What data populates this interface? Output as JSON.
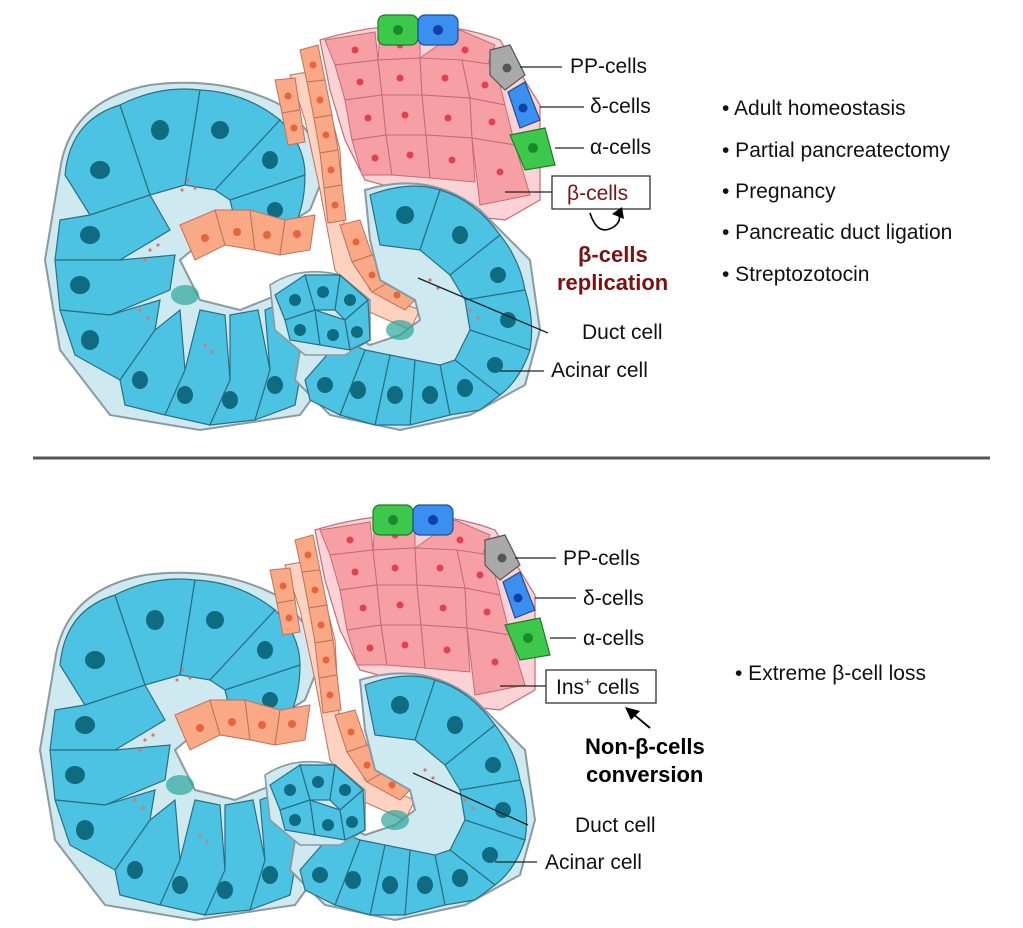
{
  "top_panel": {
    "labels": {
      "pp_cells": "PP-cells",
      "delta_cells": "δ-cells",
      "alpha_cells": "α-cells",
      "beta_cells_box": "β-cells",
      "duct_cell": "Duct cell",
      "acinar_cell": "Acinar cell"
    },
    "process_line1": "β-cells",
    "process_line2": "replication",
    "conditions": [
      "• Adult homeostasis",
      "• Partial pancreatectomy",
      "• Pregnancy",
      "• Pancreatic duct ligation",
      "• Streptozotocin"
    ]
  },
  "bottom_panel": {
    "labels": {
      "pp_cells": "PP-cells",
      "delta_cells": "δ-cells",
      "alpha_cells": "α-cells",
      "ins_box_main": "Ins",
      "ins_box_sup": "+",
      "ins_box_rest": " cells",
      "duct_cell": "Duct cell",
      "acinar_cell": "Acinar cell"
    },
    "process_line1": "Non-β-cells",
    "process_line2": "conversion",
    "conditions": [
      "• Extreme β-cell loss"
    ]
  },
  "colors": {
    "acinar": "#4cc3e3",
    "duct": "#f9a986",
    "beta": "#f6a0a6",
    "alpha": "#3cc84a",
    "delta": "#3b8ff0",
    "pp": "#a9a9a9",
    "process_red": "#7a1212",
    "divider": "#555555"
  }
}
